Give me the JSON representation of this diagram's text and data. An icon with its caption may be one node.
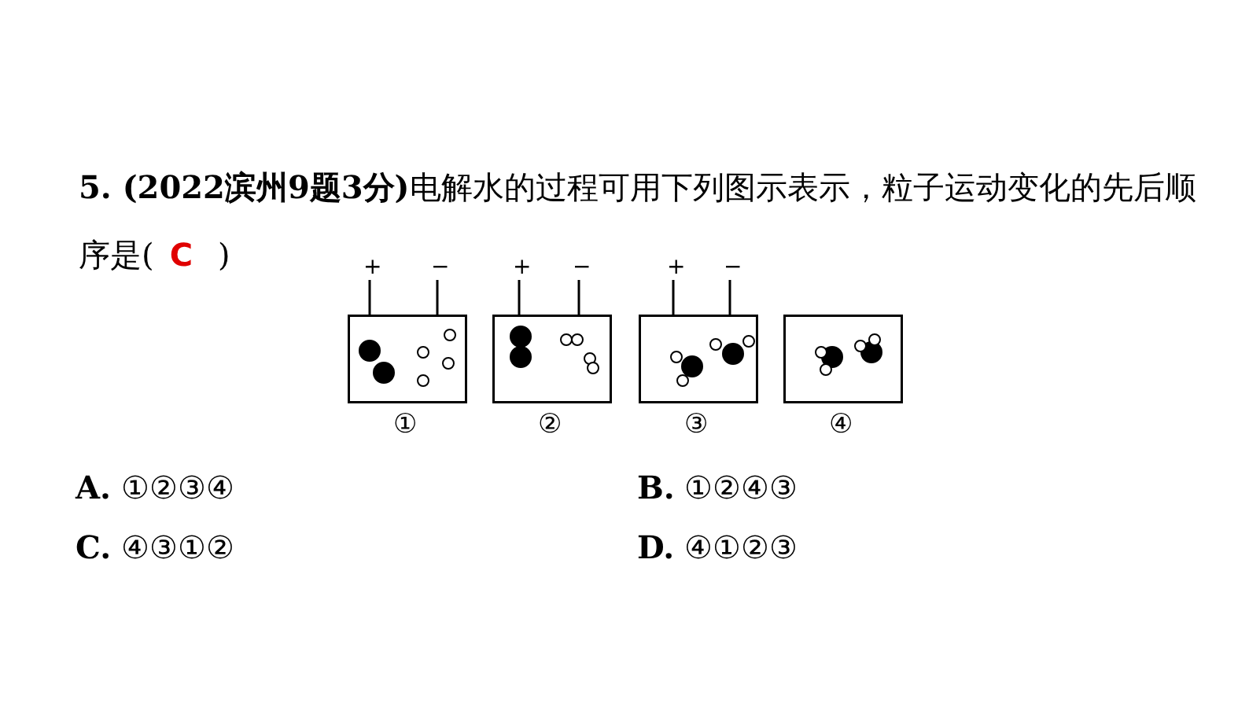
{
  "diagram": {
    "nodes": [
      {
        "text": [],
        "shape": "box",
        "beside": [
          "+",
          "−",
          "①"
        ]
      },
      {
        "text": [],
        "shape": "box",
        "beside": [
          "+",
          "−",
          "②"
        ]
      },
      {
        "text": [],
        "shape": "box",
        "beside": [
          "+",
          "−",
          "③"
        ]
      },
      {
        "text": [],
        "shape": "box",
        "beside": [
          "④"
        ]
      }
    ],
    "edges": [],
    "labels": [
      "**5. (2022滨州9题3分)**电解水的过程可用下列图示表示，粒子运动变化的先后顺序是(",
      "C",
      ")",
      "**A.** ①②③④",
      "**B.** ①②④③",
      "**C.** ④③①②",
      "**D.** ④①②③"
    ]
  }
}
